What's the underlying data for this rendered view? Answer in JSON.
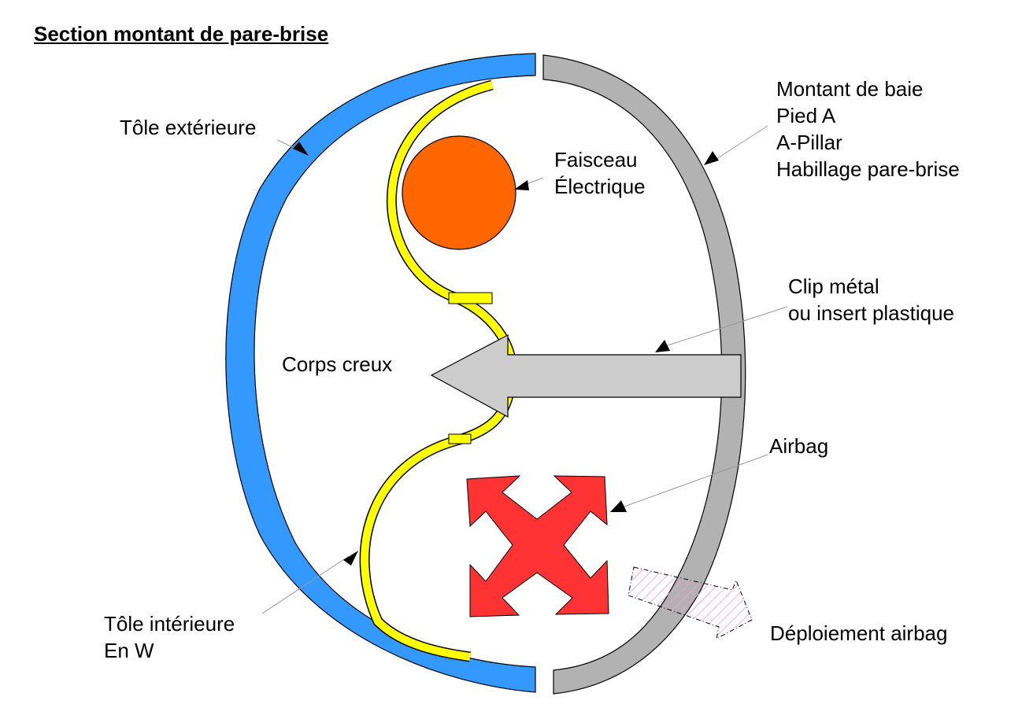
{
  "title": "Section montant de pare-brise",
  "labels": {
    "tole_exterieure": "Tôle extérieure",
    "montant": [
      "Montant de baie",
      "Pied A",
      "A-Pillar",
      "Habillage pare-brise"
    ],
    "faisceau": [
      "Faisceau",
      "Électrique"
    ],
    "clip": [
      "Clip métal",
      "ou insert plastique"
    ],
    "corps_creux": "Corps creux",
    "airbag": "Airbag",
    "tole_interieure": [
      "Tôle intérieure",
      "En W"
    ],
    "deploiement": "Déploiement airbag"
  },
  "colors": {
    "outer_sheet": "#3399ff",
    "trim": "#b2b2b2",
    "inner_sheet": "#ffff00",
    "harness": "#ff6600",
    "clip": "#cccccc",
    "airbag": "#ff3333",
    "deploy_hatch": "#ff99cc"
  },
  "icons": {
    "airbag": "four-way-arrow-icon",
    "clip": "left-arrow-icon",
    "leader": "arrow-head-icon"
  }
}
